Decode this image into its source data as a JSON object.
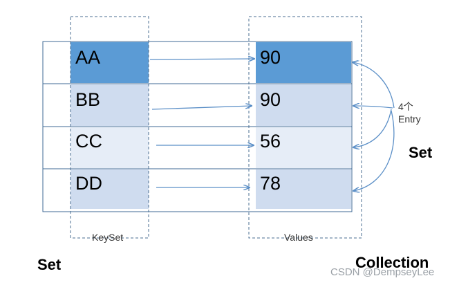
{
  "rows": [
    {
      "key": "AA",
      "value": "90"
    },
    {
      "key": "BB",
      "value": "90"
    },
    {
      "key": "CC",
      "value": "56"
    },
    {
      "key": "DD",
      "value": "78"
    }
  ],
  "labels": {
    "keyset": "KeySet",
    "values": "Values",
    "entry_count": "4个",
    "entry_word": "Entry",
    "right_set": "Set",
    "left_set": "Set",
    "collection": "Collection"
  },
  "watermark": "CSDN @DempseyLee",
  "colors": {
    "row1_key": "#5b9bd5",
    "row1_value": "#5b9bd5",
    "row2": "#cfdcef",
    "row3": "#e6edf7",
    "row4": "#cfdcef",
    "arrow": "#5b8fc7",
    "dash": "#4a6d91",
    "border": "#3f6a96"
  }
}
